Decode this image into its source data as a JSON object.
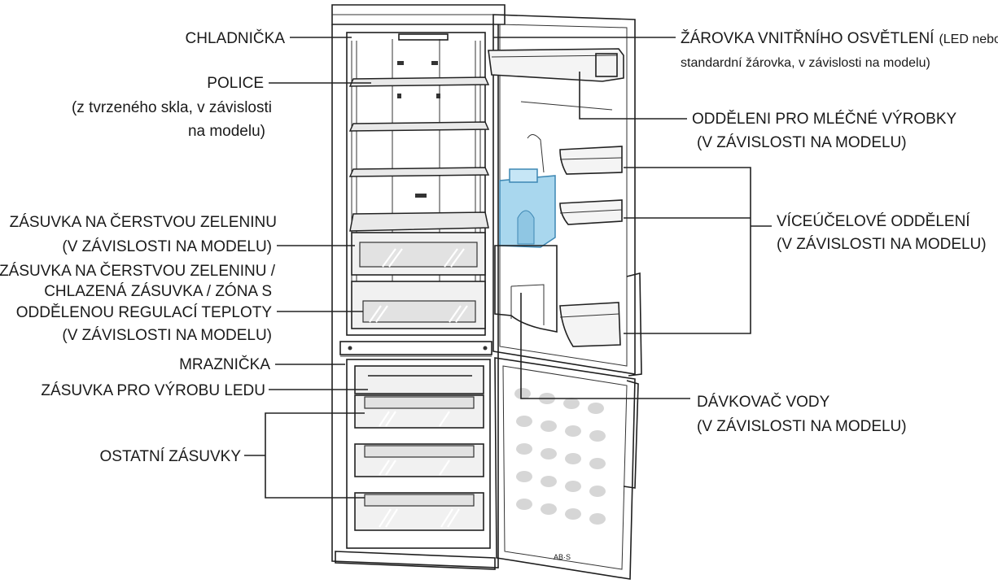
{
  "labels": {
    "fridge": "CHLADNIČKA",
    "shelves_1": "POLICE",
    "shelves_2": "(z tvrzeného skla, v závislosti",
    "shelves_3": "na modelu)",
    "crisper_1": "ZÁSUVKA NA ČERSTVOU ZELENINU",
    "crisper_2": "(V ZÁVISLOSTI NA MODELU)",
    "chill_1": "ZÁSUVKA NA ČERSTVOU ZELENINU /",
    "chill_2": "CHLAZENÁ ZÁSUVKA / ZÓNA S",
    "chill_3": "ODDĚLENOU REGULACÍ TEPLOTY",
    "chill_4": "(V ZÁVISLOSTI NA MODELU)",
    "freezer": "MRAZNIČKA",
    "ice_drawer": "ZÁSUVKA PRO VÝROBU LEDU",
    "other_drawers": "OSTATNÍ ZÁSUVKY",
    "lamp_1a": "ŽÁROVKA VNITŘNÍHO OSVĚTLENÍ",
    "lamp_1b": "(LED nebo",
    "lamp_2": "standardní žárovka, v závislosti na modelu)",
    "dairy_1": "ODDĚLENI PRO MLÉČNÉ VÝROBKY",
    "dairy_2": "(V ZÁVISLOSTI NA MODELU)",
    "multi_1": "VÍCEÚČELOVÉ ODDĚLENÍ",
    "multi_2": "(V ZÁVISLOSTI NA MODELU)",
    "dispenser_1": "DÁVKOVAČ VODY",
    "dispenser_2": "(V ZÁVISLOSTI NA MODELU)",
    "door_brand": "AB·S"
  },
  "colors": {
    "outline": "#1f1f1f",
    "water_tank": "#a9d7ee",
    "water_tank_edge": "#3d87b3",
    "background": "#ffffff"
  }
}
